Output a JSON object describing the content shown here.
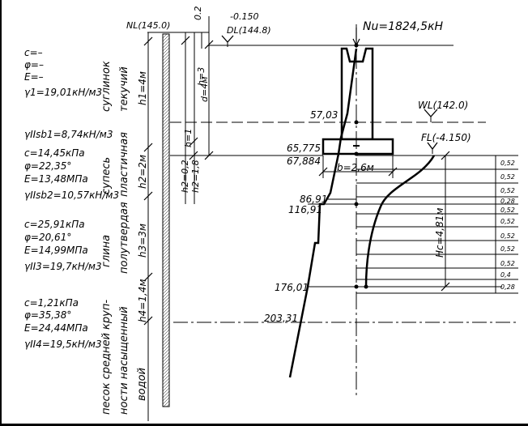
{
  "levels": {
    "nl": "NL(145.0)",
    "dl_offset": "-0.150",
    "dl": "DL(144.8)",
    "wl": "WL(142.0)",
    "fl": "FL(-4.150)",
    "top_dim": "0.2"
  },
  "load": "Nu=1824,5кН",
  "footing": {
    "width": "b=2,6м",
    "h_layer": "h=3",
    "h_found": "h=1",
    "d": "d=4м",
    "h2a": "h2=0,2",
    "h2b": "h2=1,8",
    "hc": "Hс=4,81м"
  },
  "stress_labels": [
    "57,03",
    "65,775",
    "67,884",
    "86,91",
    "116,91",
    "176,01",
    "203,31"
  ],
  "layers": [
    {
      "name_lines": [
        "суглинок",
        "текучий"
      ],
      "thickness": "h1=4м",
      "props": [
        "c=–",
        "φ=–",
        "E=–",
        "γ1=19,01кН/м3"
      ]
    },
    {
      "name_lines": [
        "супесь",
        "пластичная"
      ],
      "thickness": "h2=2м",
      "props": [
        "γIIsb1=8,74кН/м3",
        "c=14,45кПа",
        "φ=22,35°",
        "E=13,48МПа",
        "γIIsb2=10,57кН/м3"
      ]
    },
    {
      "name_lines": [
        "глина",
        "полутвердая"
      ],
      "thickness": "h3=3м",
      "props": [
        "c=25,91кПа",
        "φ=20,61°",
        "E=14,99МПа",
        "γII3=19,7кН/м3"
      ]
    },
    {
      "name_lines": [
        "песок средней круп-",
        "ности насыщенный",
        "водой"
      ],
      "thickness": "h4=1,4м",
      "props": [
        "c=1,21кПа",
        "φ=35,38°",
        "E=24,44МПа",
        "γII4=19,5кН/м3"
      ]
    }
  ],
  "sublayers": [
    "0,52",
    "0,52",
    "0,52",
    "0,28",
    "0,52",
    "0,52",
    "0,52",
    "0,52",
    "0,52",
    "0,4",
    "0,28"
  ]
}
